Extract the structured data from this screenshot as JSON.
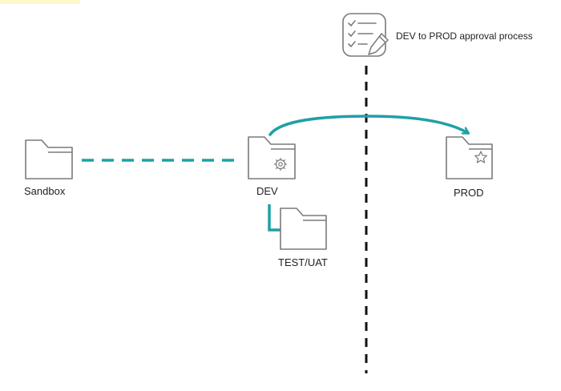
{
  "colors": {
    "accent": "#1fa0a6",
    "icon_stroke": "#7a7a7a",
    "divider": "#111111",
    "text": "#222222"
  },
  "approval": {
    "label": "DEV to PROD approval process",
    "icon": "checklist-pencil-icon"
  },
  "folders": {
    "sandbox": {
      "label": "Sandbox",
      "icon": "folder-icon"
    },
    "dev": {
      "label": "DEV",
      "icon": "folder-gear-icon"
    },
    "prod": {
      "label": "PROD",
      "icon": "folder-star-icon"
    },
    "test": {
      "label": "TEST/UAT",
      "icon": "folder-icon"
    }
  },
  "connectors": {
    "sandbox_to_dev": "dashed",
    "dev_to_prod": "arrow",
    "dev_to_test": "elbow",
    "approval_divider": "dashed"
  }
}
